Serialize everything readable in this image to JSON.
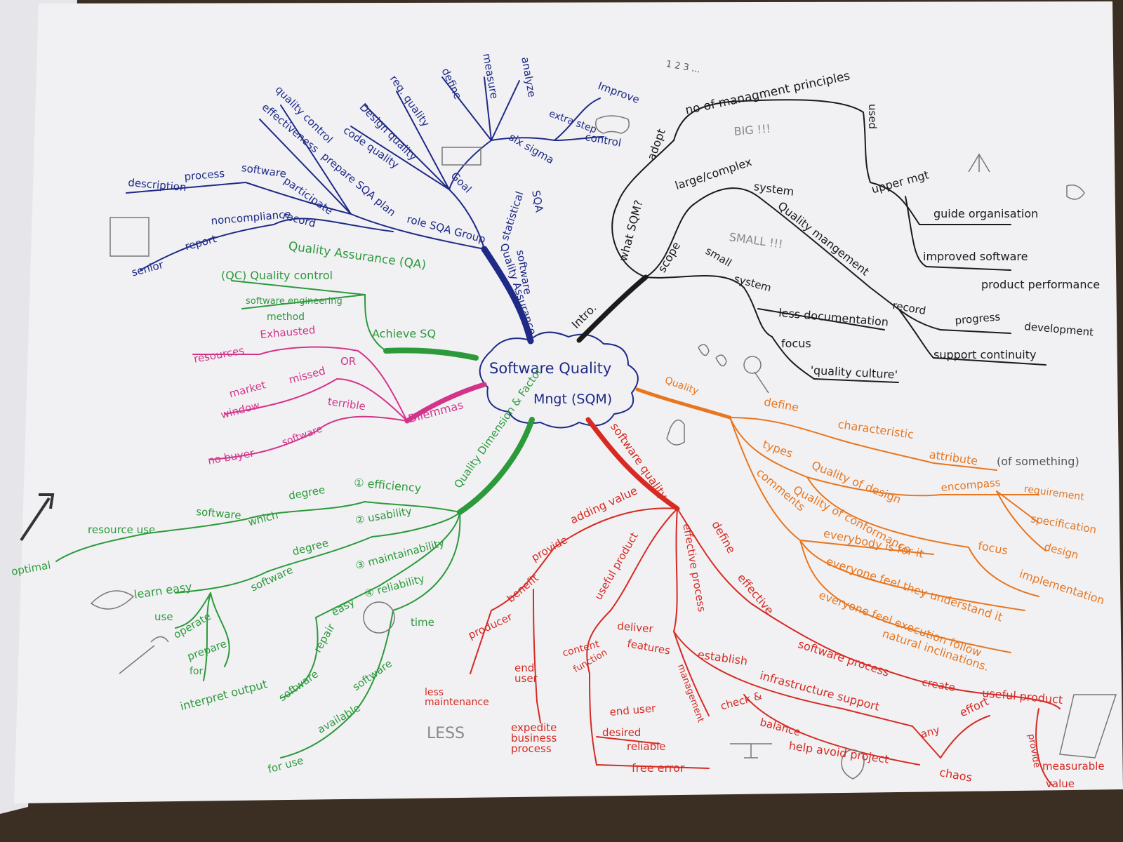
{
  "colors": {
    "paper": "#f1f1f4",
    "table": "#3b2e22",
    "navy": "#1e2a86",
    "black": "#1b1b1b",
    "green": "#2c9a3a",
    "magenta": "#d4338a",
    "orange": "#e8761f",
    "red": "#d62a22",
    "gray": "#777777"
  },
  "center": {
    "line1": "Software Quality",
    "line2": "Mngt (SQM)"
  },
  "blue": {
    "branch_top": "software",
    "branch_bottom": "Quality Assurance",
    "sqa": "SQA",
    "statistical": "statistical",
    "goal": "Goal",
    "six_sigma": "six sigma",
    "define": "define",
    "measure": "measure",
    "analyze": "analyze",
    "extra_step": "extra step",
    "improve": "Improve",
    "control": "control",
    "req_quality": "req. quality",
    "design_quality": "Design quality",
    "code_quality": "code quality",
    "quality_control": "quality control",
    "effectiveness": "effectiveness",
    "prepare_sqa_plan": "prepare SQA plan",
    "participate": "participate",
    "role_sqa_group": "role SQA Group",
    "software": "software",
    "process": "process",
    "description": "description",
    "record": "record",
    "noncompliance": "noncompliance",
    "report": "report",
    "senior": "senior"
  },
  "black": {
    "intro": "Intro.",
    "scope": "scope",
    "what_sqm": "what SQM?",
    "adopt": "adopt",
    "counting": "1 2 3 ...",
    "principles": "no of managment principles",
    "used": "used",
    "upper_mgt": "upper mgt",
    "guide": "guide organisation",
    "improved": "improved software",
    "product_perf": "product performance",
    "big": "BIG !!!",
    "large": "large/complex",
    "system1": "system",
    "qm": "Quality mangement",
    "record": "record",
    "progress": "progress",
    "development": "development",
    "support": "support continuity",
    "small_caps": "SMALL !!!",
    "small": "small",
    "system2": "system",
    "less_doc": "less documentation",
    "focus": "focus",
    "culture": "'quality culture'"
  },
  "green": {
    "achieve": "Achieve SQ",
    "qa": "Quality Assurance (QA)",
    "qc": "(QC) Quality control",
    "sem1": "software engineering",
    "sem2": "method",
    "dimension": "Quality Dimension & Factor",
    "efficiency": "① efficiency",
    "degree1": "degree",
    "which": "which",
    "software1": "software",
    "resource_use": "resource use",
    "optimal": "optimal",
    "usability": "② usability",
    "degree2": "degree",
    "software2": "software",
    "maintainability": "③ maintainability",
    "reliability": "④ reliability",
    "easy": "easy",
    "learn_easy": "learn easy",
    "use": "use",
    "operate": "operate",
    "prepare": "prepare",
    "for": "for",
    "interpret": "interpret output",
    "repair": "repair",
    "software3": "software",
    "time": "time",
    "software4": "software",
    "available": "available",
    "for_use": "for use"
  },
  "magenta": {
    "dilemmas": "Dilemmas",
    "exhausted": "Exhausted",
    "resources": "resources",
    "or": "OR",
    "missed": "missed",
    "market": "market",
    "window": "window",
    "terrible": "terrible",
    "software": "software",
    "no_buyer": "no buyer"
  },
  "orange": {
    "quality": "Quality",
    "define": "define",
    "characteristic": "characteristic",
    "attribute": "attribute",
    "of_something": "(of something)",
    "types": "types",
    "q_design": "Quality of design",
    "encompass": "encompass",
    "requirement": "requirement",
    "specification": "specification",
    "design": "design",
    "q_conformance": "Quality of conformance",
    "focus": "focus",
    "implementation": "implementation",
    "comments": "comments",
    "everybody": "everybody is for it",
    "understand": "everyone feel they understand it",
    "execution": "everyone feel execution follow",
    "natural": "natural inclinations."
  },
  "red": {
    "software_quality": "software quality",
    "adding_value": "adding value",
    "provide": "provide",
    "benefit": "benefit",
    "producer": "producer",
    "less_maintenance": "less maintenance",
    "less_caps": "LESS",
    "end_user": "end user",
    "expedite": "expedite business process",
    "useful_product": "useful product",
    "deliver": "deliver",
    "features": "features",
    "content": "content",
    "function": "function",
    "end_user2": "end user",
    "desired": "desired",
    "reliable": "reliable",
    "free_error": "free error",
    "effective_process": "effective process",
    "management": "management",
    "establish": "establish",
    "infrastructure": "infrastructure support",
    "check": "check &",
    "balance": "balance",
    "help_avoid": "help avoid project",
    "chaos": "chaos",
    "any": "any",
    "effort": "effort",
    "define": "define",
    "effective": "effective",
    "sw_process": "software process",
    "create": "create",
    "useful_product2": "useful product",
    "provide2": "provide",
    "measurable": "measurable",
    "value": "value"
  }
}
